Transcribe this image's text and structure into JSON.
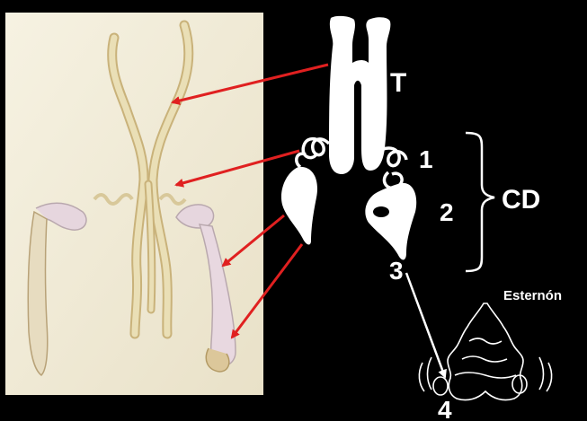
{
  "labels": {
    "trachea": "T",
    "one": "1",
    "two": "2",
    "three": "3",
    "four": "4",
    "group": "CD",
    "sternum": "Esternón"
  },
  "colors": {
    "background": "#000000",
    "photo_background": "#f1ecd8",
    "tissue": "#e8dcb0",
    "tissue_shadow": "#c9b27a",
    "organ": "#e6d6de",
    "arrow_red": "#e02020",
    "drawing": "#ffffff"
  }
}
